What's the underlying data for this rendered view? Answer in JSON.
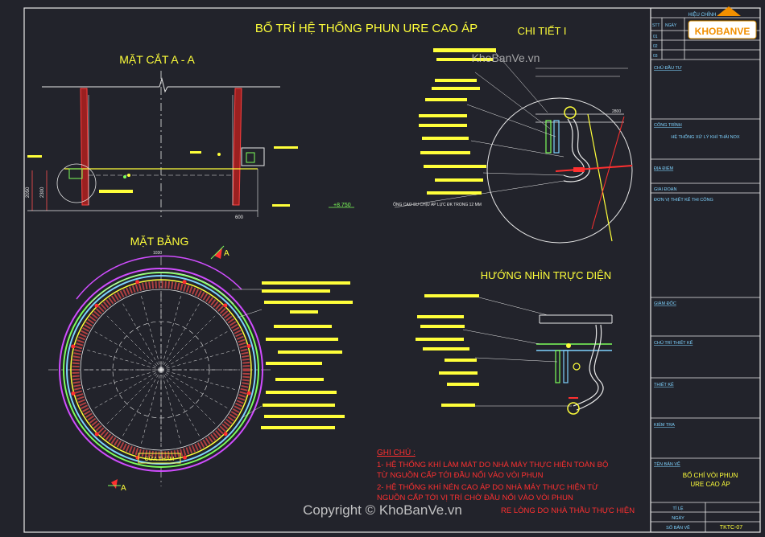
{
  "drawing": {
    "main_title": "BỐ TRÍ HỆ THỐNG PHUN URE CAO ÁP",
    "section_aa": "MẶT CẮT A - A",
    "detail_title": "CHI TIẾT I",
    "plan_title": "MẶT BẰNG",
    "front_view_title": "HƯỚNG NHÌN TRỰC DIỆN",
    "manhole_label": "CỬA THĂM",
    "section_marker": "A",
    "pipe_note": "ỐNG CAO SU CHỊU ÁP LỰC ĐK TRONG 12 MM",
    "notes_heading": "GHI CHÚ :",
    "notes": [
      "1- HỆ THỐNG KHÍ LÀM MÁT DO NHÀ MÁY THỰC HIỆN TOÀN BỘ",
      "TỪ NGUỒN CẤP TỚI ĐẦU NỐI VÀO VÒI PHUN",
      "2- HỆ THỐNG KHÍ NÉN CAO ÁP DO NHÀ MÁY THỰC HIỆN TỪ",
      "NGUỒN CẤP TỚI VỊ TRÍ CHỜ ĐẦU NỐI VÀO VÒI PHUN",
      "RE LÒNG DO NHÀ THẦU THỰC HIỆN"
    ],
    "dims": {
      "d1": "600",
      "d2": "2050",
      "d3": "2300",
      "d4": "+8.750",
      "d5": "1030",
      "d6": "2800"
    }
  },
  "title_block": {
    "revision_header": "HIỆU CHỈNH",
    "rev_col_stt": "STT",
    "rev_col_date": "NGÀY",
    "rev_rows": [
      "01",
      "02",
      "03"
    ],
    "owner": "CHỦ ĐẦU TƯ",
    "project_label": "CÔNG TRÌNH",
    "project_name": "HỆ THỐNG XỬ LÝ KHÍ THẢI NOX",
    "location": "ĐỊA ĐIỂM",
    "design_stage": "GIAI ĐOẠN",
    "contractor": "ĐƠN VỊ THIẾT KẾ THI CÔNG",
    "director": "GIÁM ĐỐC",
    "chief_designer": "CHỦ TRÌ THIẾT KẾ",
    "designer": "THIẾT KẾ",
    "checker": "KIỂM TRA",
    "drawing_name_label": "TÊN BẢN VẼ",
    "drawing_name_1": "BỐ CHÍ VÒI PHUN",
    "drawing_name_2": "URE CAO ÁP",
    "scale": "TỈ LỆ",
    "date": "NGÀY",
    "sheet_no_label": "SỐ BẢN VẼ",
    "sheet_no": "TKTC-07"
  },
  "watermark": {
    "logo_text": "KHOBANVE",
    "site": "KhoBanVe.vn",
    "copyright": "Copyright © KhoBanVe.vn"
  },
  "colors": {
    "background": "#22232b",
    "yellow": "#ffff3a",
    "red": "#ff3030",
    "cyan": "#7fd3ff",
    "green": "#7dff5a",
    "magenta": "#d04dff",
    "white": "#e8e8e8"
  }
}
